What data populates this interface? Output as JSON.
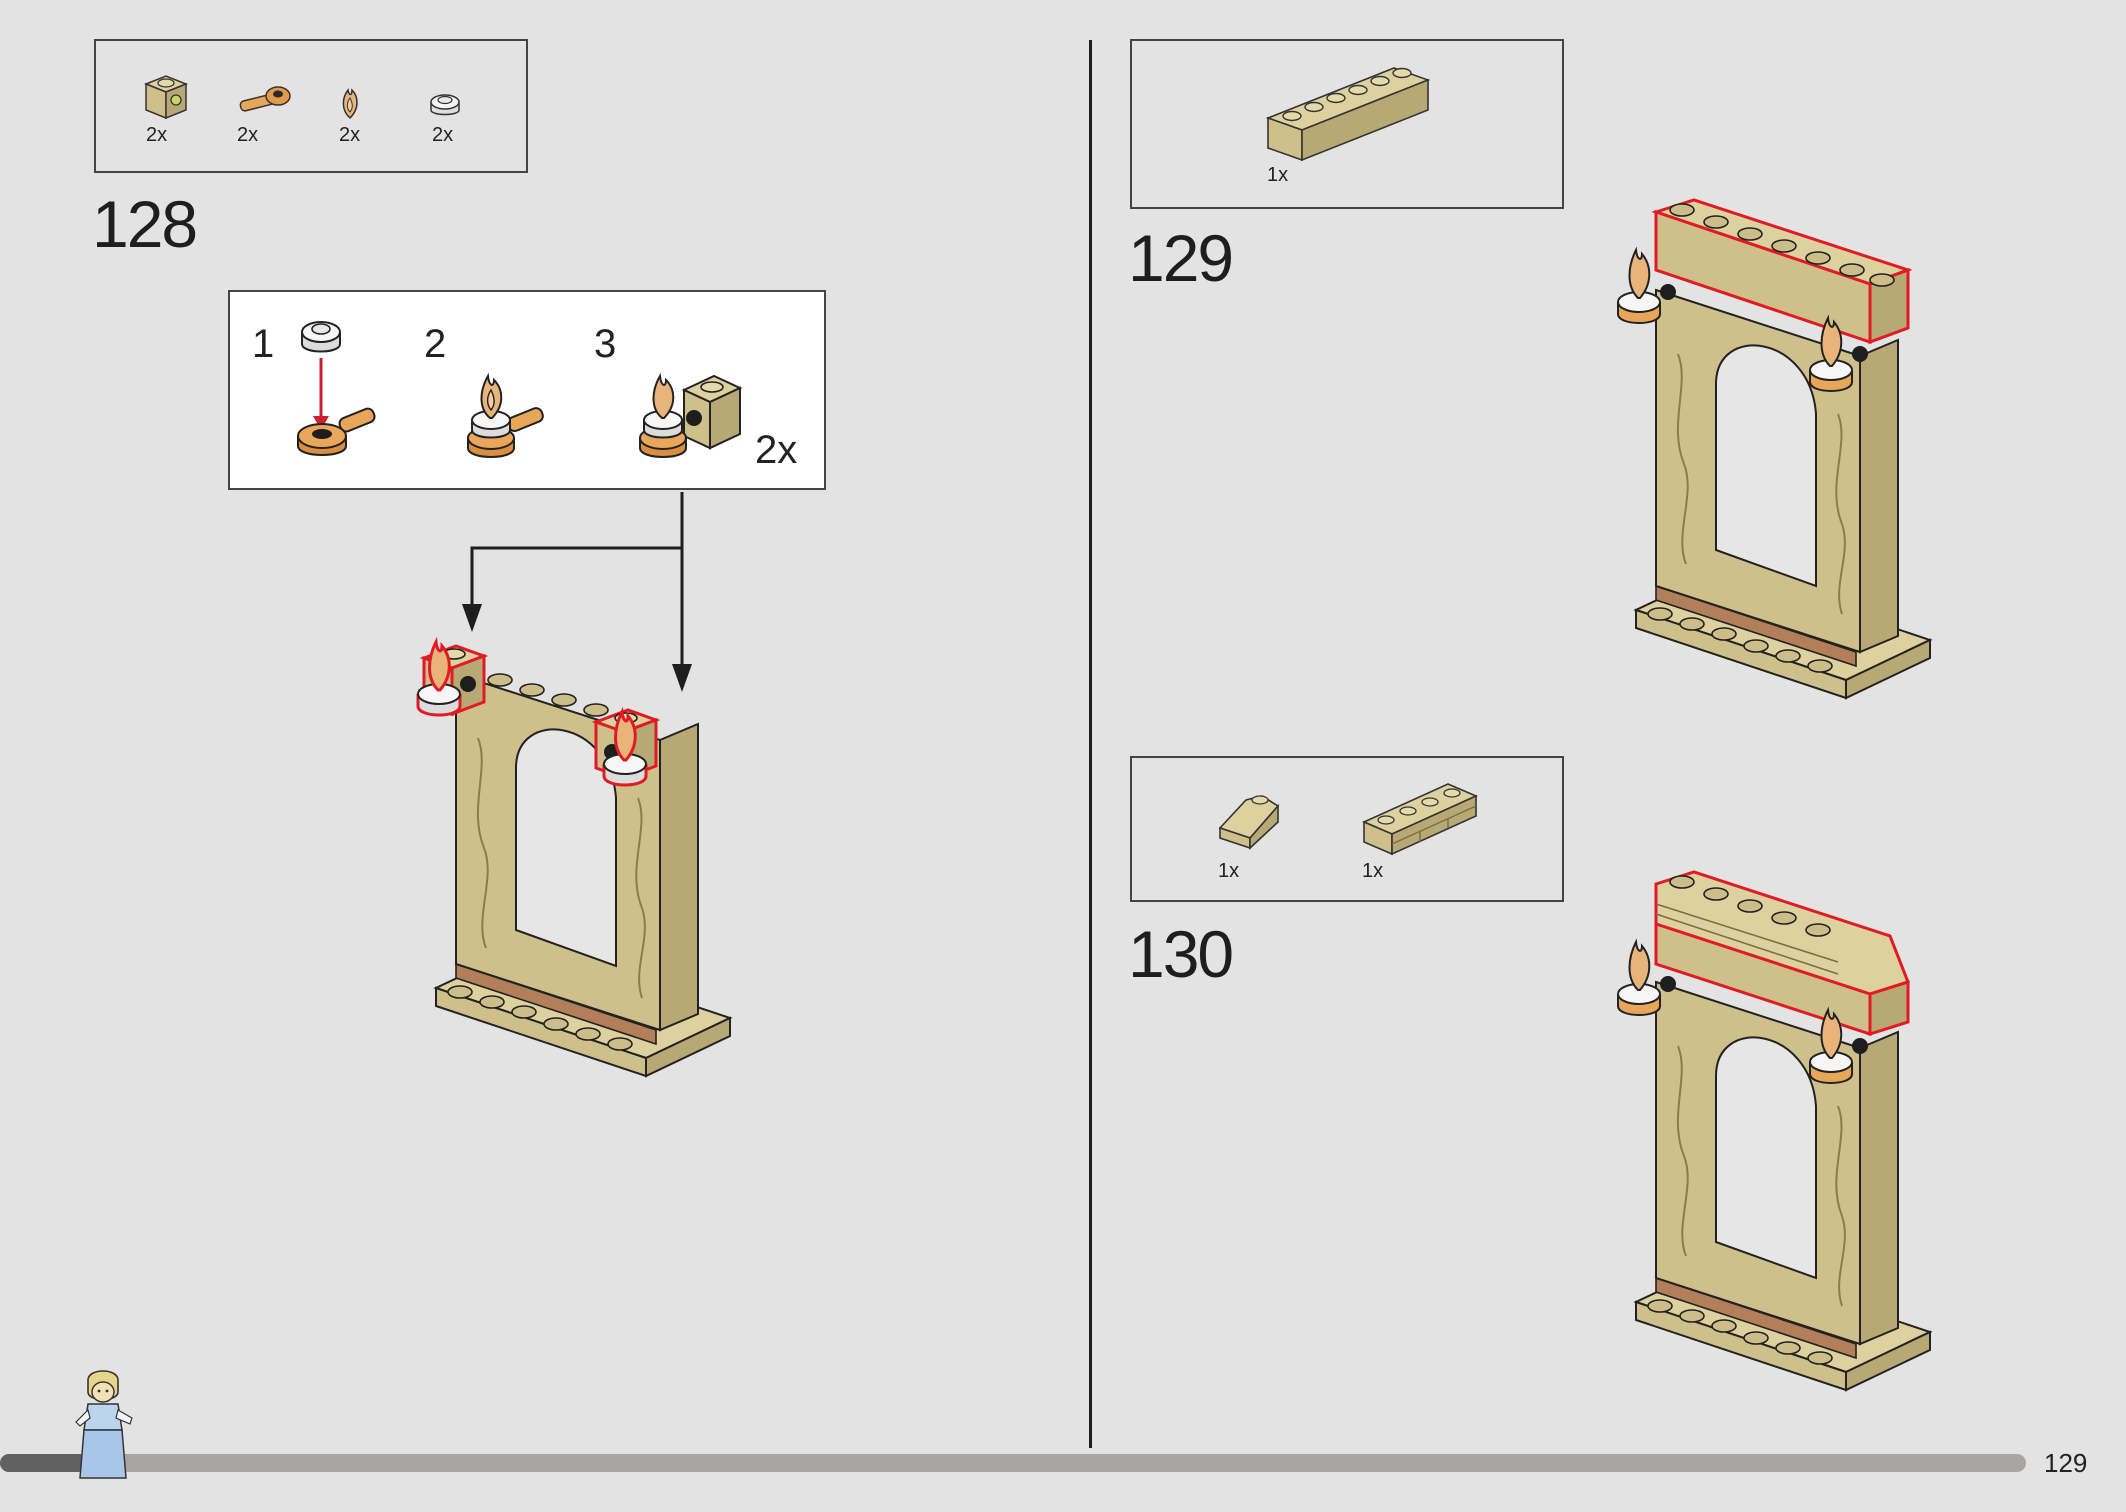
{
  "left_page": {
    "parts_box": {
      "parts": [
        {
          "icon": "tan-brick-1x1-with-stud",
          "qty": "2x"
        },
        {
          "icon": "tan-bar-holder-with-clip",
          "qty": "2x"
        },
        {
          "icon": "flame-piece",
          "qty": "2x"
        },
        {
          "icon": "white-round-plate-1x1",
          "qty": "2x"
        }
      ]
    },
    "step": "128",
    "sub_assembly": {
      "steps": [
        "1",
        "2",
        "3"
      ],
      "multiplier": "2x"
    }
  },
  "right_page": {
    "step_a": {
      "number": "129",
      "parts": [
        {
          "icon": "tan-brick-1x6",
          "qty": "1x"
        }
      ]
    },
    "step_b": {
      "number": "130",
      "parts": [
        {
          "icon": "tan-slope-brick",
          "qty": "1x"
        },
        {
          "icon": "tan-masonry-brick-1x4",
          "qty": "1x"
        }
      ]
    }
  },
  "footer": {
    "page_number": "129",
    "progress": 0.04
  },
  "colors": {
    "tan": "#cfbf8a",
    "tan_dark": "#a99a66",
    "highlight_red": "#e01b24",
    "background": "#e3e3e3"
  }
}
